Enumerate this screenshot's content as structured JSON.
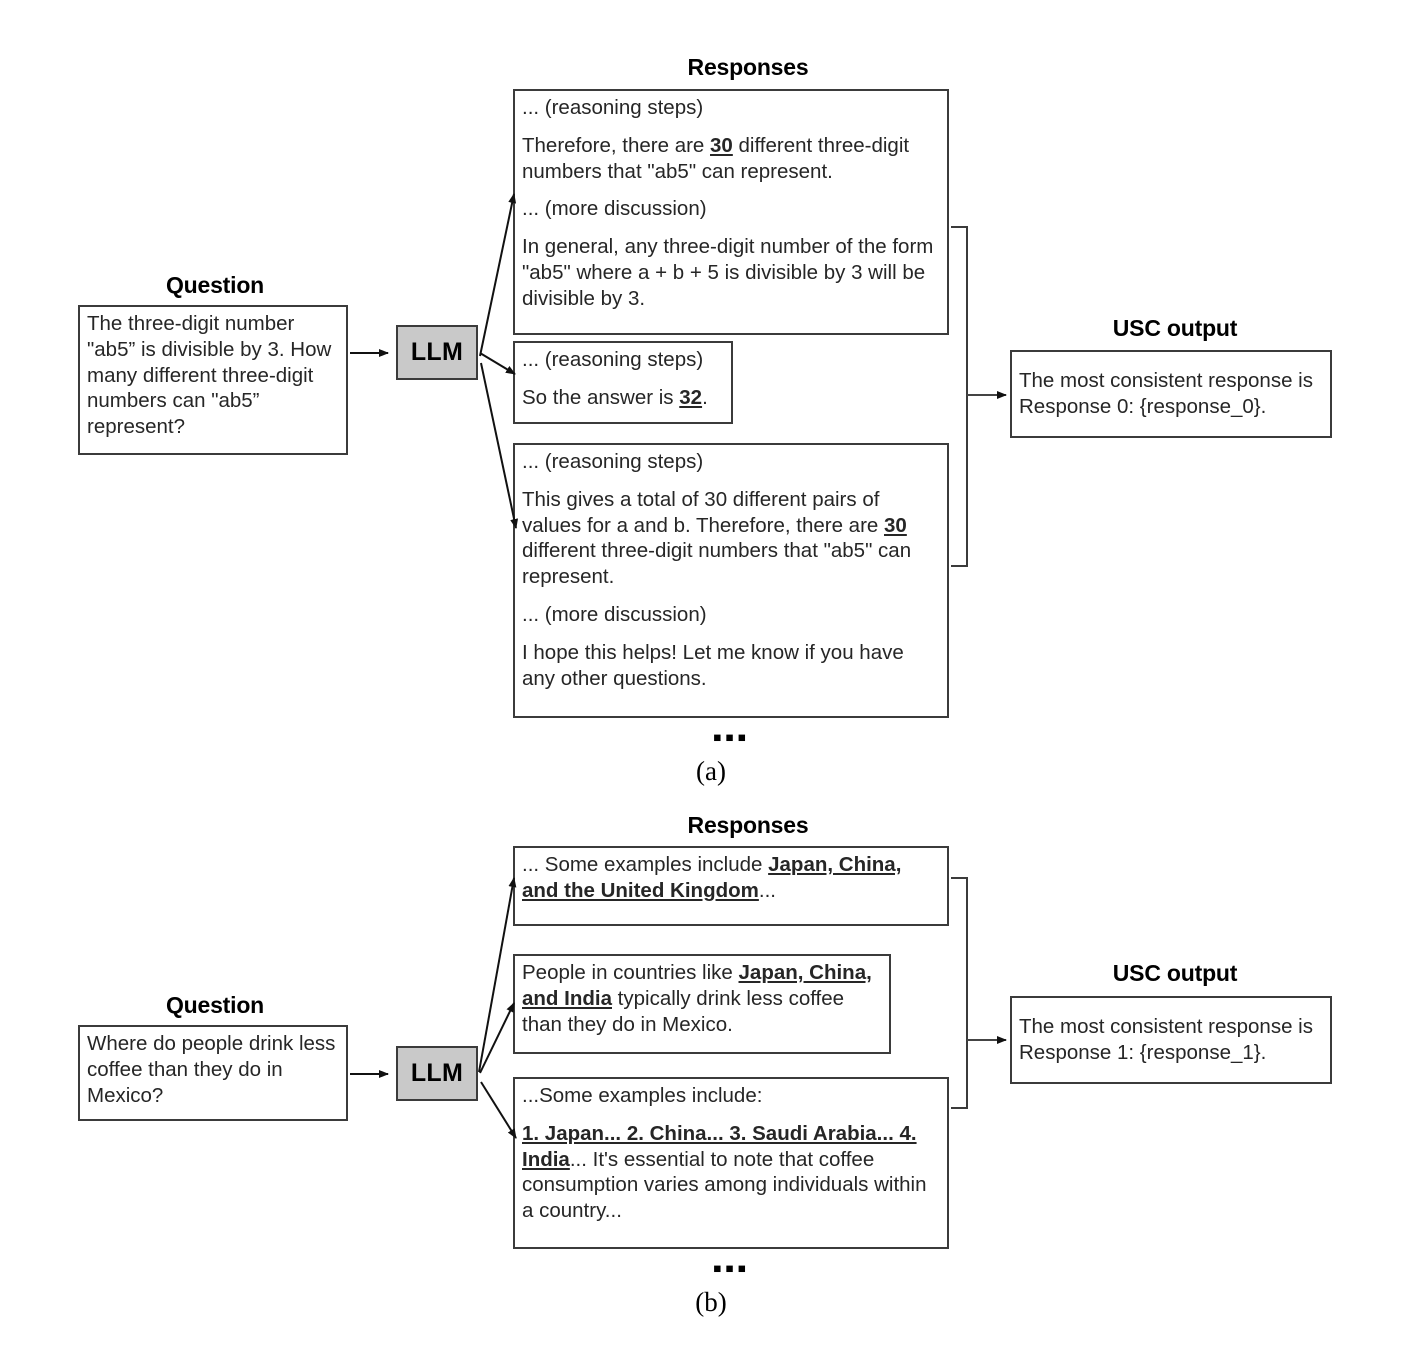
{
  "figure": {
    "panels": [
      {
        "id": "a",
        "caption": "(a)",
        "question_title": "Question",
        "question_text": "The three-digit number \"ab5” is divisible by 3. How many different three-digit numbers can \"ab5” represent?",
        "llm_label": "LLM",
        "responses_title": "Responses",
        "ellipsis": "▪▪▪",
        "usc_title": "USC output",
        "usc_text": "The most consistent response is Response 0: {response_0}.",
        "responses": [
          {
            "index": 0,
            "lines": [
              {
                "parts": [
                  {
                    "t": "... (reasoning steps)",
                    "b": false,
                    "u": false
                  }
                ]
              },
              {
                "parts": [
                  {
                    "t": "Therefore, there are ",
                    "b": false,
                    "u": false
                  },
                  {
                    "t": "30",
                    "b": true,
                    "u": true
                  },
                  {
                    "t": " different three-digit numbers that \"ab5\" can represent.",
                    "b": false,
                    "u": false
                  }
                ]
              },
              {
                "parts": [
                  {
                    "t": "... (more discussion)",
                    "b": false,
                    "u": false
                  }
                ]
              },
              {
                "parts": [
                  {
                    "t": "In general, any three-digit number of the form \"ab5\" where a + b + 5 is divisible by 3 will be divisible by 3.",
                    "b": false,
                    "u": false
                  }
                ]
              }
            ]
          },
          {
            "index": 1,
            "lines": [
              {
                "parts": [
                  {
                    "t": "... (reasoning steps)",
                    "b": false,
                    "u": false
                  }
                ]
              },
              {
                "parts": [
                  {
                    "t": "So the answer is ",
                    "b": false,
                    "u": false
                  },
                  {
                    "t": "32",
                    "b": true,
                    "u": true
                  },
                  {
                    "t": ".",
                    "b": false,
                    "u": false
                  }
                ]
              }
            ]
          },
          {
            "index": 2,
            "lines": [
              {
                "parts": [
                  {
                    "t": "... (reasoning steps)",
                    "b": false,
                    "u": false
                  }
                ]
              },
              {
                "parts": [
                  {
                    "t": "This gives a total of 30 different pairs of values for a and b. Therefore, there are ",
                    "b": false,
                    "u": false
                  },
                  {
                    "t": "30",
                    "b": true,
                    "u": true
                  },
                  {
                    "t": " different three-digit numbers that \"ab5\" can represent.",
                    "b": false,
                    "u": false
                  }
                ]
              },
              {
                "parts": [
                  {
                    "t": "... (more discussion)",
                    "b": false,
                    "u": false
                  }
                ]
              },
              {
                "parts": [
                  {
                    "t": "I hope this helps! Let me know if you have any other questions.",
                    "b": false,
                    "u": false
                  }
                ]
              }
            ]
          }
        ]
      },
      {
        "id": "b",
        "caption": "(b)",
        "question_title": "Question",
        "question_text": "Where do people drink less coffee than they do in Mexico?",
        "llm_label": "LLM",
        "responses_title": "Responses",
        "ellipsis": "▪▪▪",
        "usc_title": "USC output",
        "usc_text": "The most consistent response is Response 1: {response_1}.",
        "responses": [
          {
            "index": 0,
            "lines": [
              {
                "parts": [
                  {
                    "t": "... Some examples include ",
                    "b": false,
                    "u": false
                  },
                  {
                    "t": "Japan, China, and the United Kingdom",
                    "b": true,
                    "u": true
                  },
                  {
                    "t": "...",
                    "b": false,
                    "u": false
                  }
                ]
              }
            ]
          },
          {
            "index": 1,
            "lines": [
              {
                "parts": [
                  {
                    "t": "People in countries like ",
                    "b": false,
                    "u": false
                  },
                  {
                    "t": "Japan, China, and India",
                    "b": true,
                    "u": true
                  },
                  {
                    "t": " typically drink less coffee than they do in Mexico.",
                    "b": false,
                    "u": false
                  }
                ]
              }
            ]
          },
          {
            "index": 2,
            "lines": [
              {
                "parts": [
                  {
                    "t": "...Some examples include:",
                    "b": false,
                    "u": false
                  }
                ]
              },
              {
                "parts": [
                  {
                    "t": "1. Japan... 2. China... 3. Saudi Arabia... 4. India",
                    "b": true,
                    "u": true
                  },
                  {
                    "t": "... It's essential to note that coffee consumption varies among individuals within a country...",
                    "b": false,
                    "u": false
                  }
                ]
              }
            ]
          }
        ]
      }
    ]
  },
  "colors": {
    "llm_fill": "#c9c9c9",
    "border": "#3b3b3b",
    "text": "#262626",
    "background": "#ffffff"
  }
}
